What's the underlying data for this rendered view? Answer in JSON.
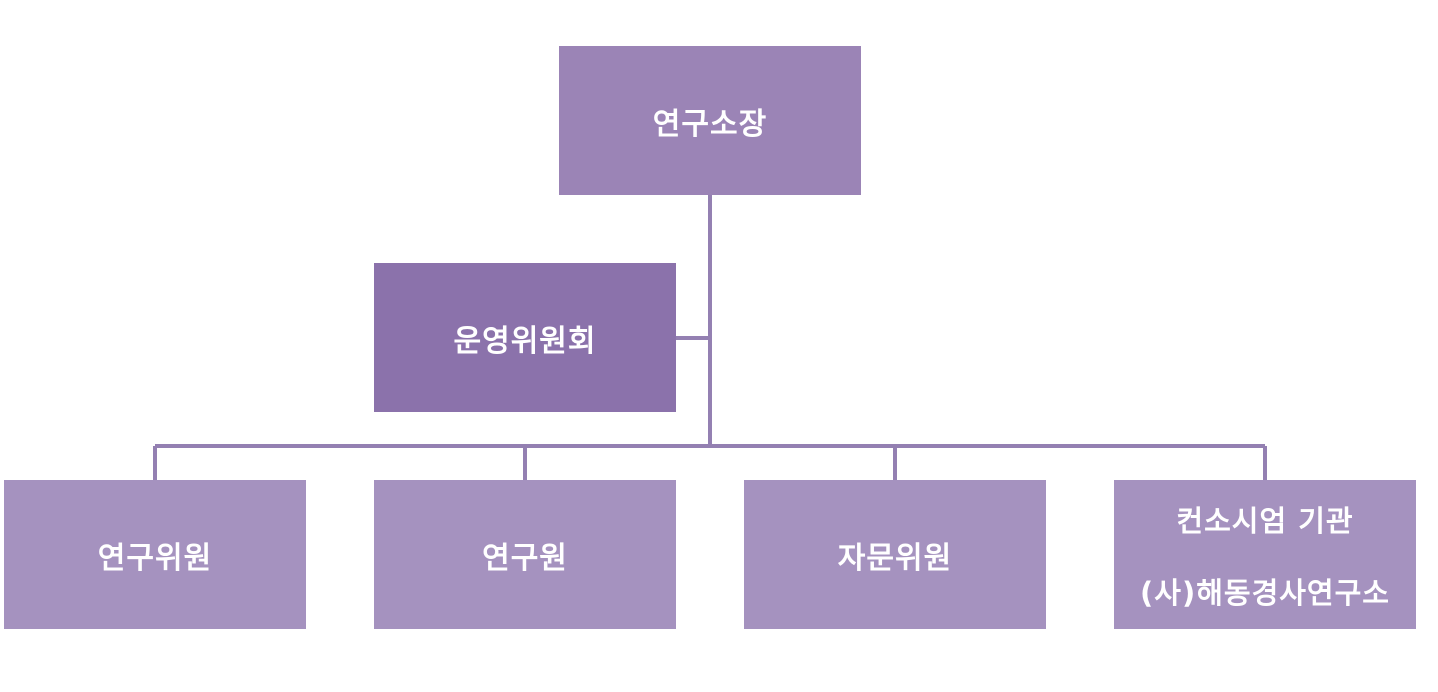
{
  "diagram": {
    "colors": {
      "top": "#9B84B6",
      "committee": "#8B72AB",
      "bottom": "#A592BF",
      "line": "#9480B2"
    },
    "nodes": {
      "director": {
        "label": "연구소장"
      },
      "committee": {
        "label": "운영위원회"
      },
      "researcher": {
        "label": "연구위원"
      },
      "staff": {
        "label": "연구원"
      },
      "advisor": {
        "label": "자문위원"
      },
      "consortium": {
        "line1": "컨소시엄 기관",
        "line2": "(사)해동경사연구소"
      }
    }
  }
}
